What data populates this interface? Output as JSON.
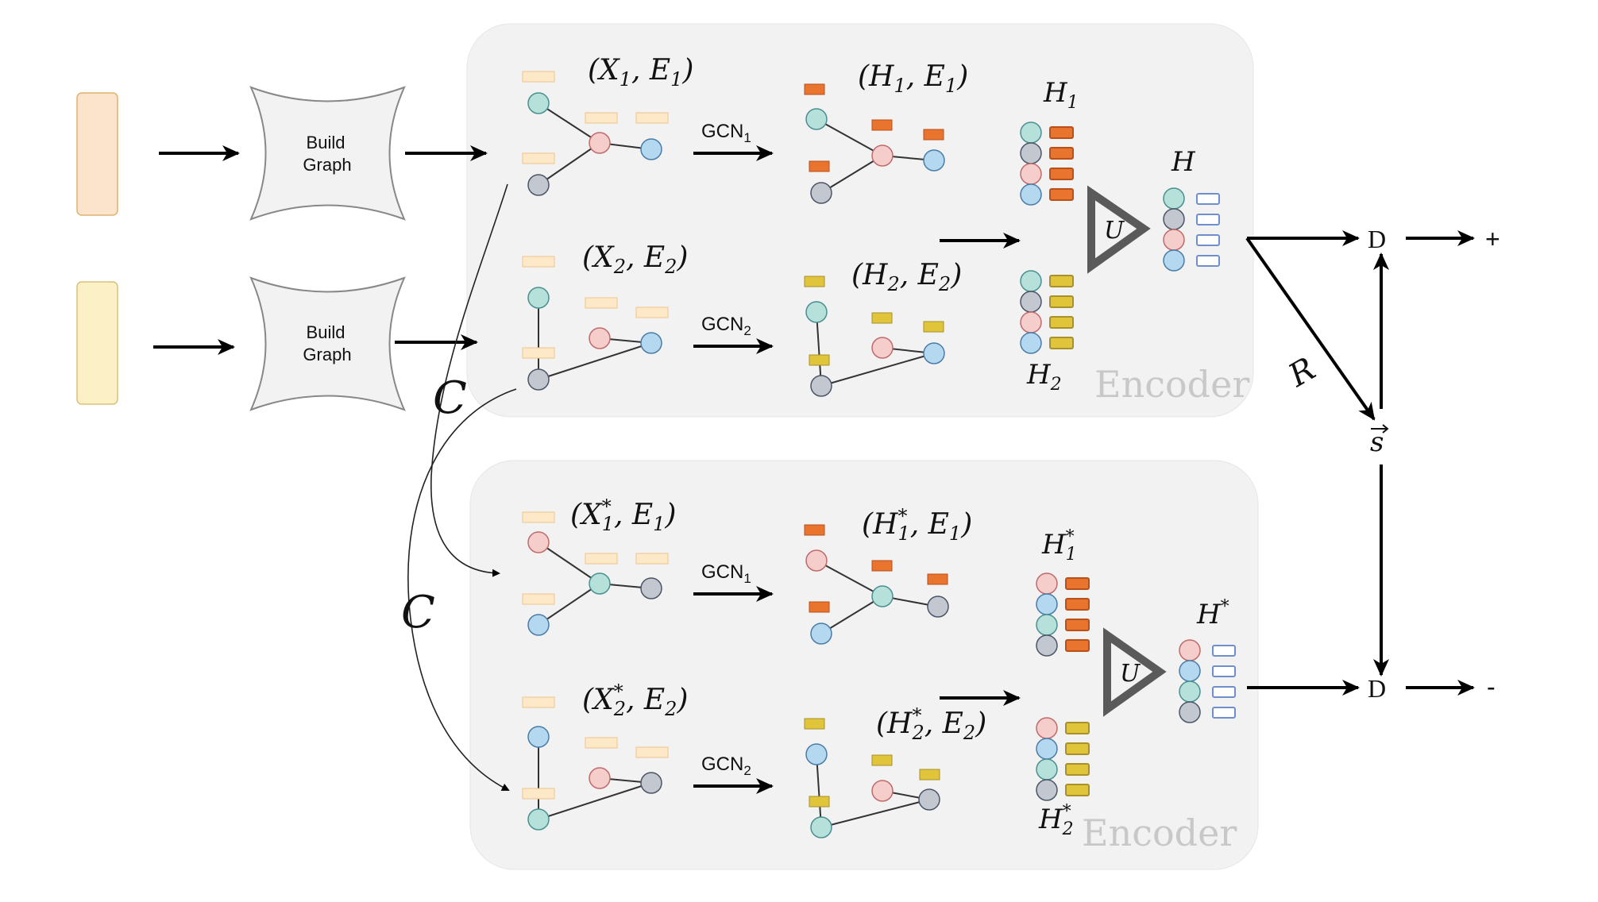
{
  "inputs": {
    "build_graph_label": "Build Graph"
  },
  "encoder_label": "Encoder",
  "top": {
    "graph1_label": "(X1, E1)",
    "graph2_label": "(X2, E2)",
    "hidden1_label": "(H1, E1)",
    "hidden2_label": "(H2, E2)",
    "gcn1": "GCN1",
    "gcn2": "GCN2",
    "h1": "H1",
    "h2": "H2",
    "h": "H",
    "u": "U"
  },
  "bottom": {
    "graph1_label": "(X1*, E1)",
    "graph2_label": "(X2*, E2)",
    "hidden1_label": "(H1*, E1)",
    "hidden2_label": "(H2*, E2)",
    "gcn1": "GCN1",
    "gcn2": "GCN2",
    "h1": "H1*",
    "h2": "H2*",
    "h": "H*",
    "u": "U"
  },
  "corruption_label": "C",
  "readout_label": "R",
  "summary_label": "s",
  "discriminator_label": "D",
  "positive_label": "+",
  "negative_label": "-",
  "colors": {
    "node_teal": "#b6e0da",
    "node_blue": "#b3d8ef",
    "node_pink": "#f5cdcb",
    "node_gray": "#c3c8d0",
    "feat_input": "#fde8c8",
    "feat_h1": "#e9742e",
    "feat_h2": "#e0c43a",
    "feat_h": "#ffffff",
    "panel": "#f2f2f2",
    "input1": "#fbe3cc",
    "input2": "#fcf0c6"
  }
}
